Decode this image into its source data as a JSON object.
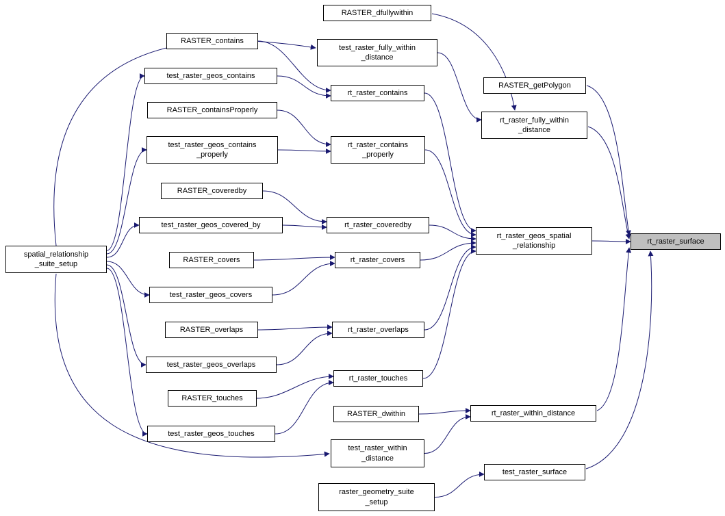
{
  "diagram": {
    "type": "call-graph",
    "focus": "rt_raster_surface",
    "colors": {
      "canvas_background": "#ffffff",
      "node_background": "#ffffff",
      "node_border": "#000000",
      "focus_background": "#bfbfbf",
      "edge": "#191970",
      "text": "#000000"
    },
    "nodes": [
      {
        "id": "RASTER_dfullywithin",
        "label": "RASTER_dfullywithin"
      },
      {
        "id": "test_raster_fully_within_distance",
        "label": "test_raster_fully_within\n_distance"
      },
      {
        "id": "RASTER_contains",
        "label": "RASTER_contains"
      },
      {
        "id": "test_raster_geos_contains",
        "label": "test_raster_geos_contains"
      },
      {
        "id": "rt_raster_contains",
        "label": "rt_raster_contains"
      },
      {
        "id": "RASTER_containsProperly",
        "label": "RASTER_containsProperly"
      },
      {
        "id": "test_raster_geos_contains_properly",
        "label": "test_raster_geos_contains\n_properly"
      },
      {
        "id": "rt_raster_contains_properly",
        "label": "rt_raster_contains\n_properly"
      },
      {
        "id": "RASTER_getPolygon",
        "label": "RASTER_getPolygon"
      },
      {
        "id": "rt_raster_fully_within_distance",
        "label": "rt_raster_fully_within\n_distance"
      },
      {
        "id": "RASTER_coveredby",
        "label": "RASTER_coveredby"
      },
      {
        "id": "test_raster_geos_covered_by",
        "label": "test_raster_geos_covered_by"
      },
      {
        "id": "rt_raster_coveredby",
        "label": "rt_raster_coveredby"
      },
      {
        "id": "RASTER_covers",
        "label": "RASTER_covers"
      },
      {
        "id": "rt_raster_covers",
        "label": "rt_raster_covers"
      },
      {
        "id": "test_raster_geos_covers",
        "label": "test_raster_geos_covers"
      },
      {
        "id": "rt_raster_geos_spatial_relationship",
        "label": "rt_raster_geos_spatial\n_relationship"
      },
      {
        "id": "rt_raster_surface",
        "label": "rt_raster_surface",
        "focus": true
      },
      {
        "id": "spatial_relationship_suite_setup",
        "label": "spatial_relationship\n_suite_setup"
      },
      {
        "id": "RASTER_overlaps",
        "label": "RASTER_overlaps"
      },
      {
        "id": "rt_raster_overlaps",
        "label": "rt_raster_overlaps"
      },
      {
        "id": "test_raster_geos_overlaps",
        "label": "test_raster_geos_overlaps"
      },
      {
        "id": "rt_raster_touches",
        "label": "rt_raster_touches"
      },
      {
        "id": "RASTER_touches",
        "label": "RASTER_touches"
      },
      {
        "id": "RASTER_dwithin",
        "label": "RASTER_dwithin"
      },
      {
        "id": "rt_raster_within_distance",
        "label": "rt_raster_within_distance"
      },
      {
        "id": "test_raster_geos_touches",
        "label": "test_raster_geos_touches"
      },
      {
        "id": "test_raster_within_distance",
        "label": "test_raster_within\n_distance"
      },
      {
        "id": "test_raster_surface",
        "label": "test_raster_surface"
      },
      {
        "id": "raster_geometry_suite_setup",
        "label": "raster_geometry_suite\n_setup"
      }
    ],
    "edges": [
      {
        "from": "spatial_relationship_suite_setup",
        "to": "test_raster_fully_within_distance"
      },
      {
        "from": "spatial_relationship_suite_setup",
        "to": "test_raster_geos_contains"
      },
      {
        "from": "spatial_relationship_suite_setup",
        "to": "test_raster_geos_contains_properly"
      },
      {
        "from": "spatial_relationship_suite_setup",
        "to": "test_raster_geos_covered_by"
      },
      {
        "from": "spatial_relationship_suite_setup",
        "to": "test_raster_geos_covers"
      },
      {
        "from": "spatial_relationship_suite_setup",
        "to": "test_raster_geos_overlaps"
      },
      {
        "from": "spatial_relationship_suite_setup",
        "to": "test_raster_geos_touches"
      },
      {
        "from": "spatial_relationship_suite_setup",
        "to": "test_raster_within_distance"
      },
      {
        "from": "RASTER_dfullywithin",
        "to": "rt_raster_fully_within_distance"
      },
      {
        "from": "test_raster_fully_within_distance",
        "to": "rt_raster_fully_within_distance"
      },
      {
        "from": "RASTER_contains",
        "to": "rt_raster_contains"
      },
      {
        "from": "test_raster_geos_contains",
        "to": "rt_raster_contains"
      },
      {
        "from": "RASTER_containsProperly",
        "to": "rt_raster_contains_properly"
      },
      {
        "from": "test_raster_geos_contains_properly",
        "to": "rt_raster_contains_properly"
      },
      {
        "from": "RASTER_coveredby",
        "to": "rt_raster_coveredby"
      },
      {
        "from": "test_raster_geos_covered_by",
        "to": "rt_raster_coveredby"
      },
      {
        "from": "RASTER_covers",
        "to": "rt_raster_covers"
      },
      {
        "from": "test_raster_geos_covers",
        "to": "rt_raster_covers"
      },
      {
        "from": "RASTER_overlaps",
        "to": "rt_raster_overlaps"
      },
      {
        "from": "test_raster_geos_overlaps",
        "to": "rt_raster_overlaps"
      },
      {
        "from": "RASTER_touches",
        "to": "rt_raster_touches"
      },
      {
        "from": "test_raster_geos_touches",
        "to": "rt_raster_touches"
      },
      {
        "from": "RASTER_dwithin",
        "to": "rt_raster_within_distance"
      },
      {
        "from": "test_raster_within_distance",
        "to": "rt_raster_within_distance"
      },
      {
        "from": "rt_raster_contains",
        "to": "rt_raster_geos_spatial_relationship"
      },
      {
        "from": "rt_raster_contains_properly",
        "to": "rt_raster_geos_spatial_relationship"
      },
      {
        "from": "rt_raster_coveredby",
        "to": "rt_raster_geos_spatial_relationship"
      },
      {
        "from": "rt_raster_covers",
        "to": "rt_raster_geos_spatial_relationship"
      },
      {
        "from": "rt_raster_overlaps",
        "to": "rt_raster_geos_spatial_relationship"
      },
      {
        "from": "rt_raster_touches",
        "to": "rt_raster_geos_spatial_relationship"
      },
      {
        "from": "RASTER_getPolygon",
        "to": "rt_raster_surface"
      },
      {
        "from": "rt_raster_fully_within_distance",
        "to": "rt_raster_surface"
      },
      {
        "from": "rt_raster_geos_spatial_relationship",
        "to": "rt_raster_surface"
      },
      {
        "from": "rt_raster_within_distance",
        "to": "rt_raster_surface"
      },
      {
        "from": "test_raster_surface",
        "to": "rt_raster_surface"
      },
      {
        "from": "raster_geometry_suite_setup",
        "to": "test_raster_surface"
      }
    ]
  }
}
